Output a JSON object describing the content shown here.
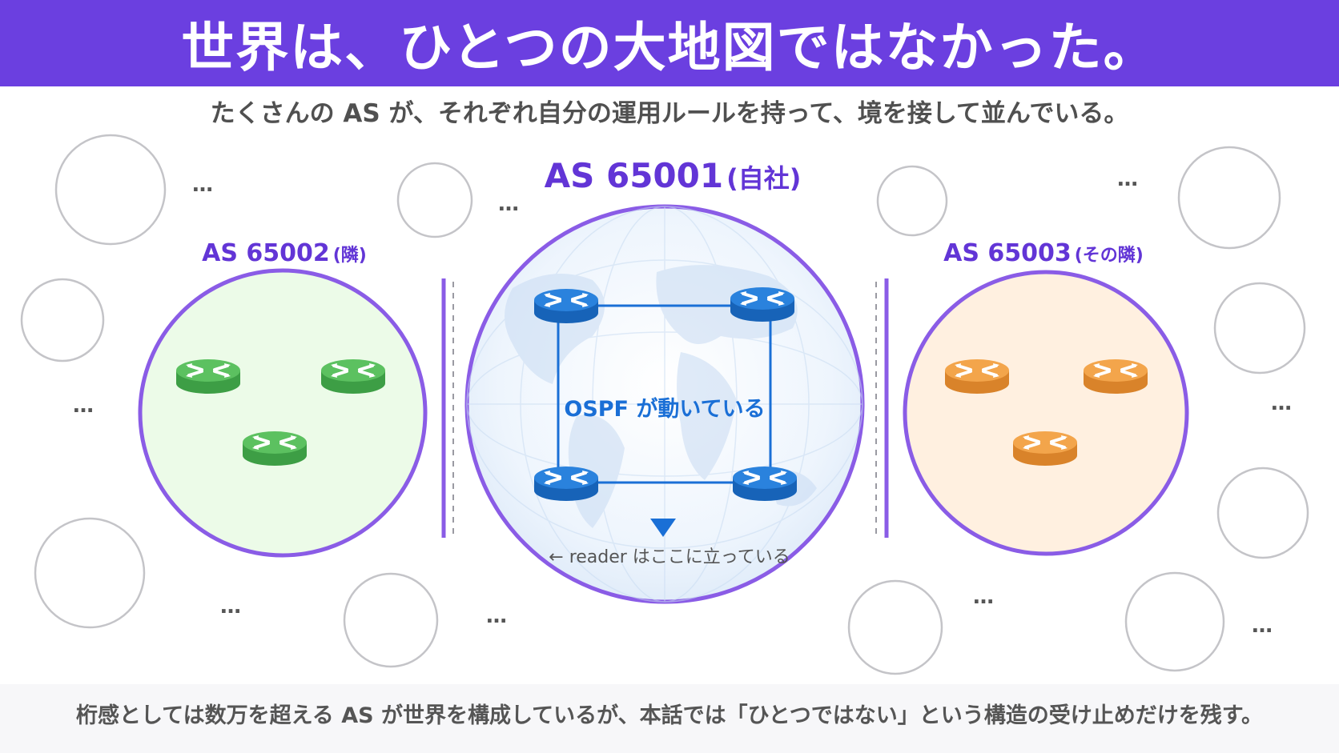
{
  "header": {
    "title": "世界は、ひとつの大地図ではなかった。"
  },
  "subtitle": "たくさんの AS が、それぞれ自分の運用ルールを持って、境を接して並んでいる。",
  "footer": {
    "text": "桁感としては数万を超える AS が世界を構成しているが、本話では「ひとつではない」という構造の受け止めだけを残す。"
  },
  "colors": {
    "header": "#6b3fe0",
    "border": "#8a5ce6",
    "green_fill": "#ecfbe8",
    "orange_fill": "#fff0e0",
    "router_blue": "#1f73d1",
    "router_green": "#4caf50",
    "router_orange": "#f19a3a",
    "link_blue": "#1a6fd6"
  },
  "diagram": {
    "center": {
      "name": "AS 65001",
      "tag": "(自社)",
      "router_icon": "router-icon",
      "router_count": 4,
      "protocol_label": "OSPF が動いている",
      "reader_label": "← reader はここに立っている",
      "marker_icon": "down-triangle-icon",
      "background_icon": "world-map-icon"
    },
    "left": {
      "name": "AS 65002",
      "tag": "(隣)",
      "router_icon": "router-icon",
      "router_count": 3
    },
    "right": {
      "name": "AS 65003",
      "tag": "(その隣)",
      "router_icon": "router-icon",
      "router_count": 3
    },
    "ellipsis": "…"
  }
}
